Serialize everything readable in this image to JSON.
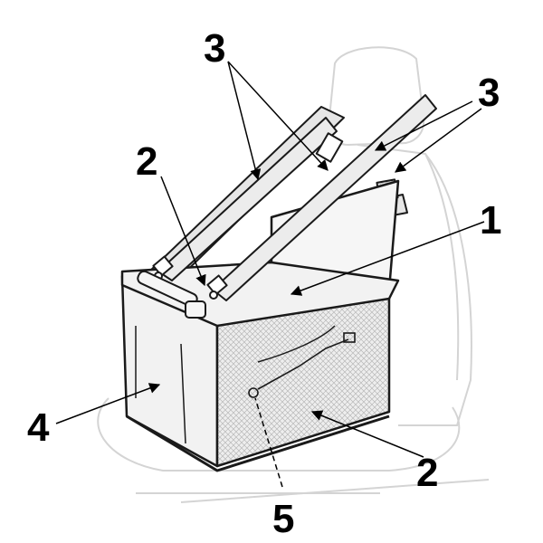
{
  "callouts": [
    {
      "id": "c1",
      "text": "1"
    },
    {
      "id": "c2a",
      "text": "2"
    },
    {
      "id": "c2b",
      "text": "2"
    },
    {
      "id": "c3a",
      "text": "3"
    },
    {
      "id": "c3b",
      "text": "3"
    },
    {
      "id": "c4",
      "text": "4"
    },
    {
      "id": "c5",
      "text": "5"
    }
  ],
  "colors": {
    "line": "#1a1a1a",
    "seat_outline": "#d4d4d4",
    "mesh": "#cfcfcf",
    "fabric": "#f2f2f2",
    "strap": "#e6e6e6"
  }
}
